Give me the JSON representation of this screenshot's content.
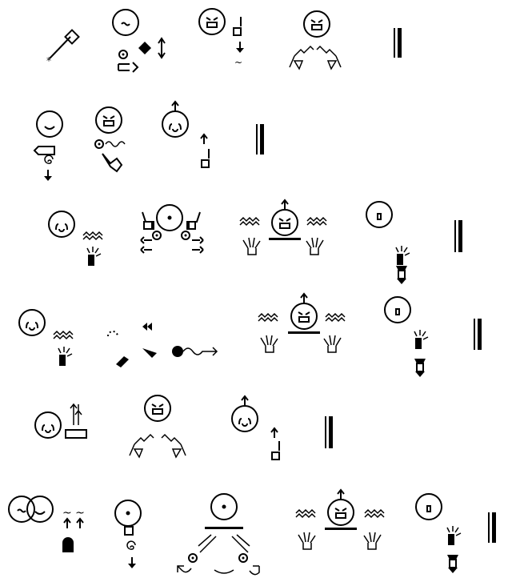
{
  "document": {
    "type": "signwriting-text",
    "lines": [
      {
        "signs": [
          "hand-star-sign",
          "face-sign-wavy-mouth",
          "face-sign-teeth",
          "face-sign-zigzag-hands",
          "end-bar"
        ]
      },
      {
        "signs": [
          "face-sign-smile",
          "face-sign-teeth-hand",
          "face-sign-up",
          "end-bar"
        ]
      },
      {
        "signs": [
          "face-sign-wave-hand",
          "face-sign-two-hands",
          "face-sign-up-hands",
          "face-sign-down-arrow",
          "end-bar"
        ]
      },
      {
        "signs": [
          "face-sign-wave-hand",
          "hand-motion-sign",
          "face-sign-up-hands",
          "face-sign-down-arrow",
          "end-bar"
        ]
      },
      {
        "signs": [
          "face-sign-cry",
          "face-sign-zigzag-hands",
          "face-sign-up",
          "end-bar"
        ]
      },
      {
        "signs": [
          "two-faces-sign",
          "face-sign-spiral",
          "face-sign-open-hands",
          "face-sign-up-hands",
          "face-sign-down-arrow",
          "end-bar"
        ]
      }
    ]
  },
  "colors": {
    "ink": "#000000",
    "paper": "#ffffff"
  }
}
